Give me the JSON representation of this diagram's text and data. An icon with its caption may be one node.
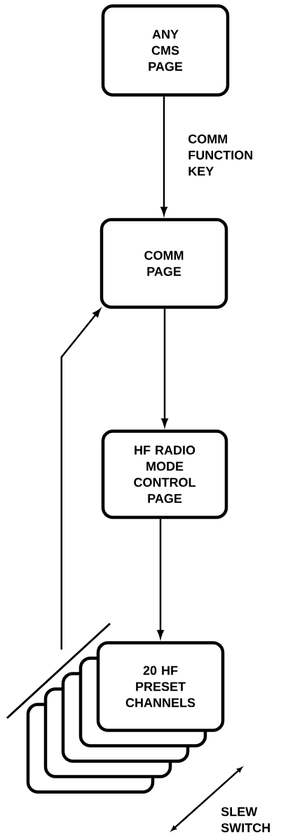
{
  "diagram": {
    "nodes": [
      {
        "text": [
          "ANY CMS PAGE"
        ]
      },
      {
        "text": [
          "COMM PAGE"
        ]
      },
      {
        "text": [
          "HF RADIO MODE CONTROL PAGE"
        ]
      },
      {
        "text": [
          "20 HF PRESET CHANNELS"
        ]
      }
    ],
    "edges": [
      {
        "from": 0,
        "to": 1,
        "arrow": "to",
        "label": "COMM FUNCTION KEY"
      },
      {
        "from": 1,
        "to": 2,
        "arrow": "to"
      },
      {
        "from": 2,
        "to": 3,
        "arrow": "to"
      },
      {
        "from": 3,
        "to": 1,
        "arrow": "to"
      }
    ],
    "labels": [
      "SLEW SWITCH"
    ]
  }
}
